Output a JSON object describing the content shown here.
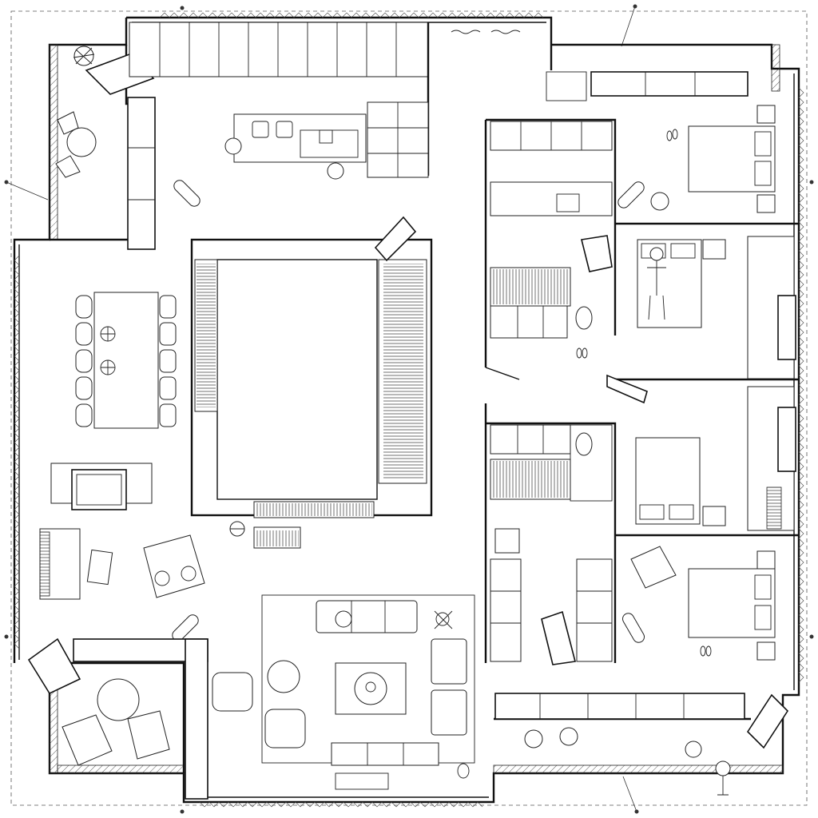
{
  "drawing": {
    "kind": "architectural-floor-plan",
    "style": "black-line-drawing",
    "colors": {
      "line": "#111111",
      "background": "#ffffff"
    }
  },
  "rooms": [
    {
      "id": "kitchen",
      "icon": "kitchen-island-icon"
    },
    {
      "id": "dining",
      "icon": "dining-table-icon",
      "seats": 10
    },
    {
      "id": "stair-atrium",
      "icon": "staircase-icon"
    },
    {
      "id": "living",
      "icon": "sofa-icon"
    },
    {
      "id": "piano-corner",
      "icon": "piano-icon"
    },
    {
      "id": "terrace-north-west",
      "icon": "plant-icon"
    },
    {
      "id": "terrace-south-west",
      "icon": "lounge-chair-icon"
    },
    {
      "id": "bathroom-north",
      "icon": "toilet-icon"
    },
    {
      "id": "bathroom-south",
      "icon": "toilet-icon"
    },
    {
      "id": "bedroom-1",
      "icon": "bed-icon"
    },
    {
      "id": "bedroom-2",
      "icon": "bed-icon"
    },
    {
      "id": "bedroom-3",
      "icon": "bed-icon"
    },
    {
      "id": "bedroom-4",
      "icon": "bed-icon"
    },
    {
      "id": "balcony-south-east",
      "icon": "plant-icon"
    }
  ]
}
